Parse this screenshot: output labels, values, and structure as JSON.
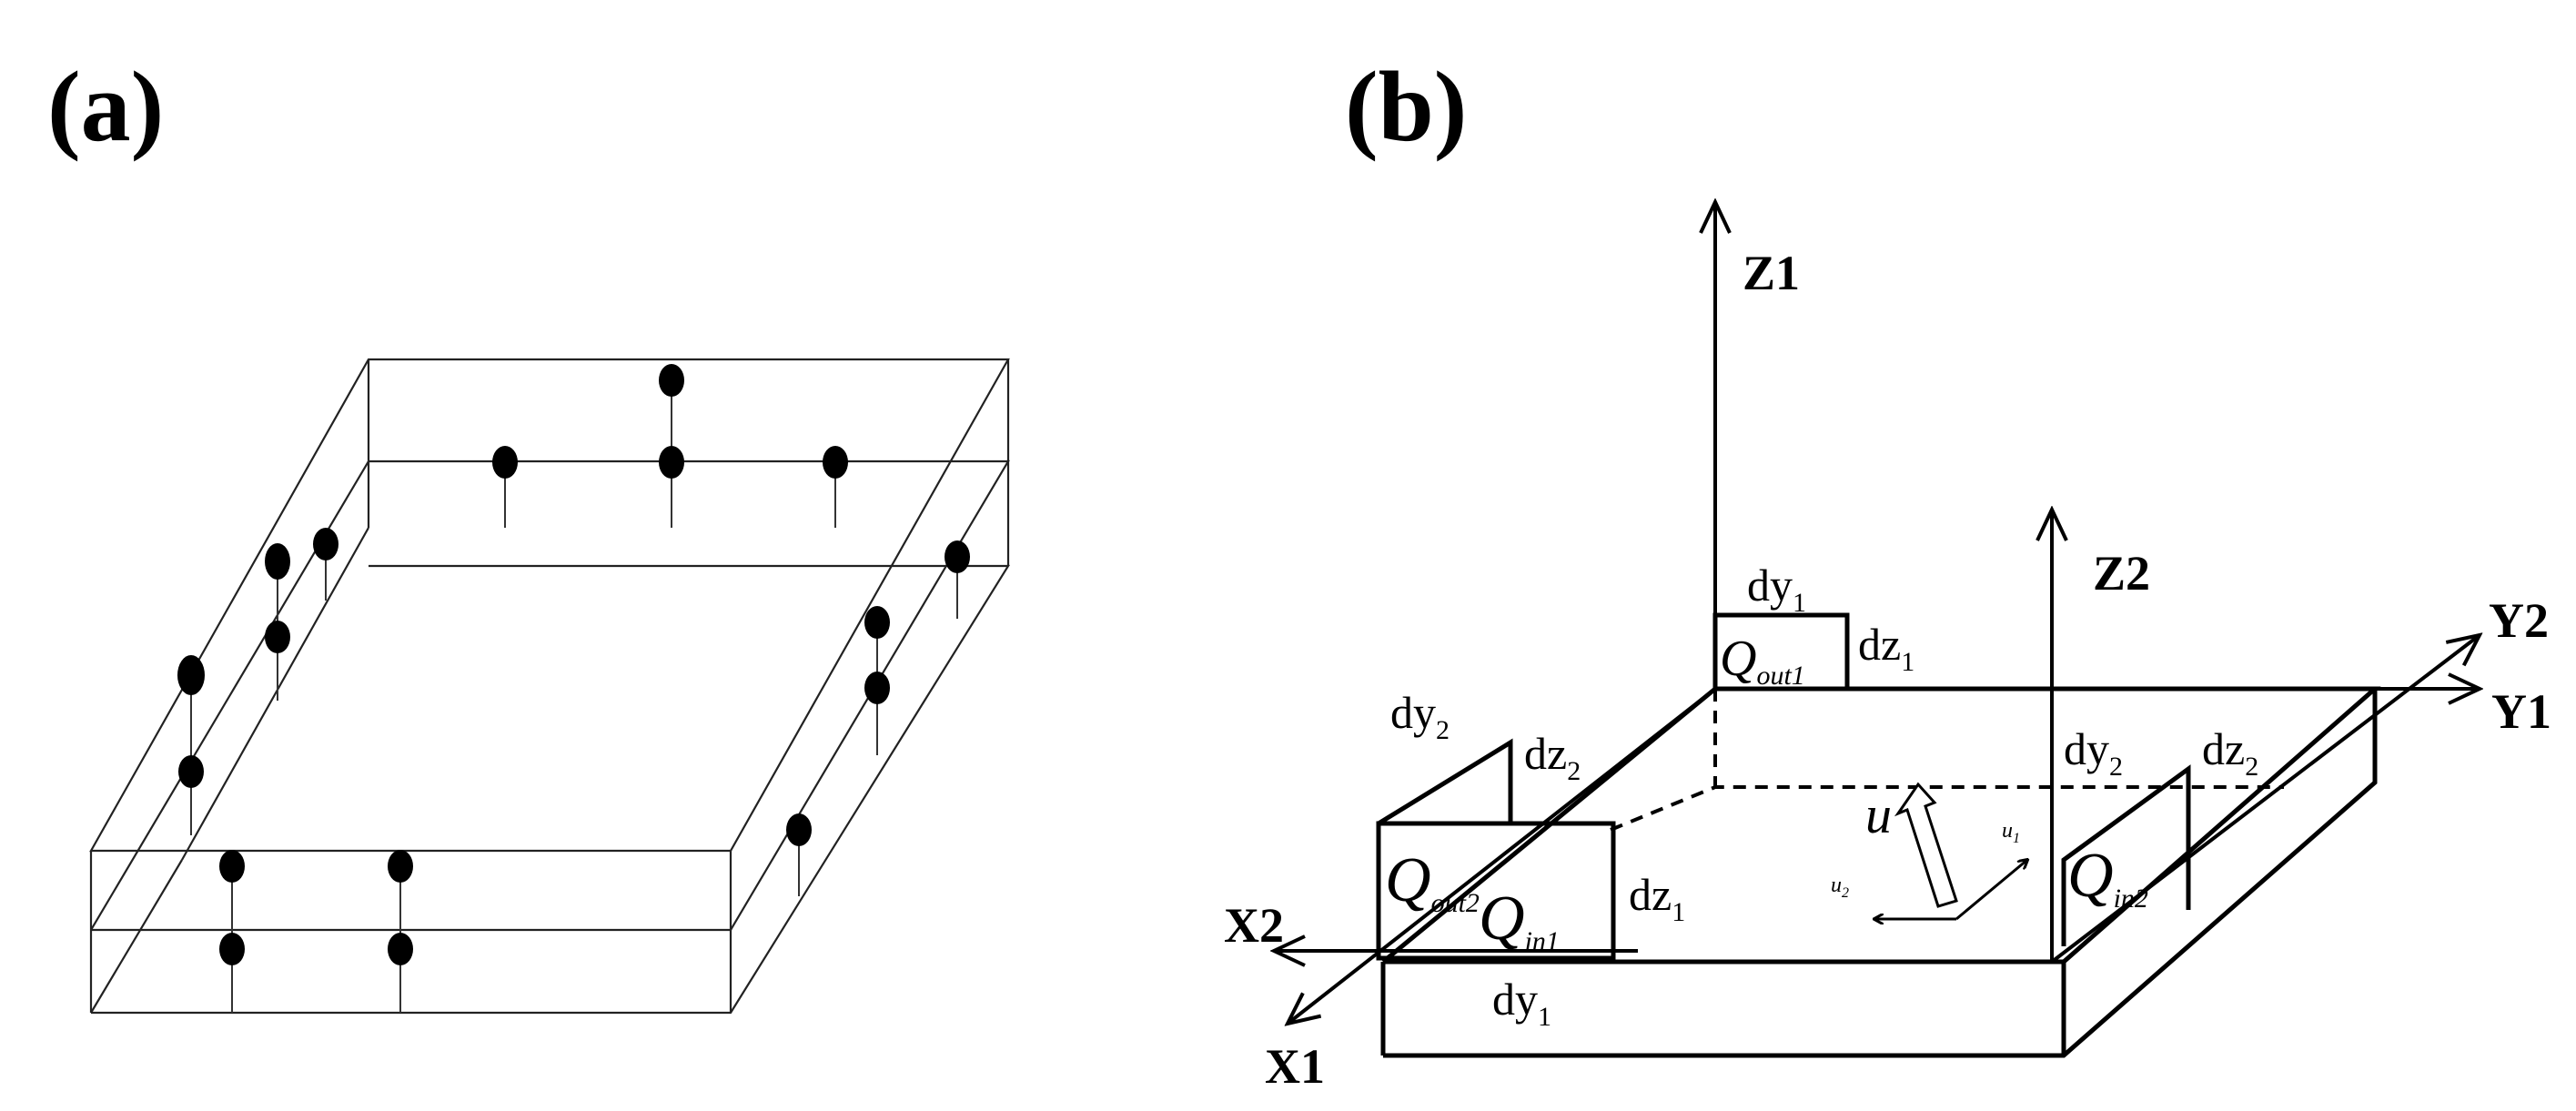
{
  "panel_a": {
    "label": "(a)"
  },
  "panel_b": {
    "label": "(b)",
    "axes": {
      "z1": "Z1",
      "z2": "Z2",
      "y1": "Y1",
      "y2": "Y2",
      "x1": "X1",
      "x2": "X2"
    },
    "dims": {
      "dy1_top": "dy",
      "dz1_top": "dz",
      "dy2_left": "dy",
      "dz2_left": "dz",
      "dz1_front": "dz",
      "dy1_bottom": "dy",
      "dy2_right": "dy",
      "dz2_right": "dz",
      "sub1": "1",
      "sub2": "2"
    },
    "flows": {
      "q_out1": "Q",
      "q_out1_sub": "out1",
      "q_out2": "Q",
      "q_out2_sub": "out2",
      "q_in1": "Q",
      "q_in1_sub": "in1",
      "q_in2": "Q",
      "q_in2_sub": "in2"
    },
    "velocity": {
      "u": "u",
      "u1": "u",
      "u1_sub": "1",
      "u2": "u",
      "u2_sub": "2"
    }
  }
}
